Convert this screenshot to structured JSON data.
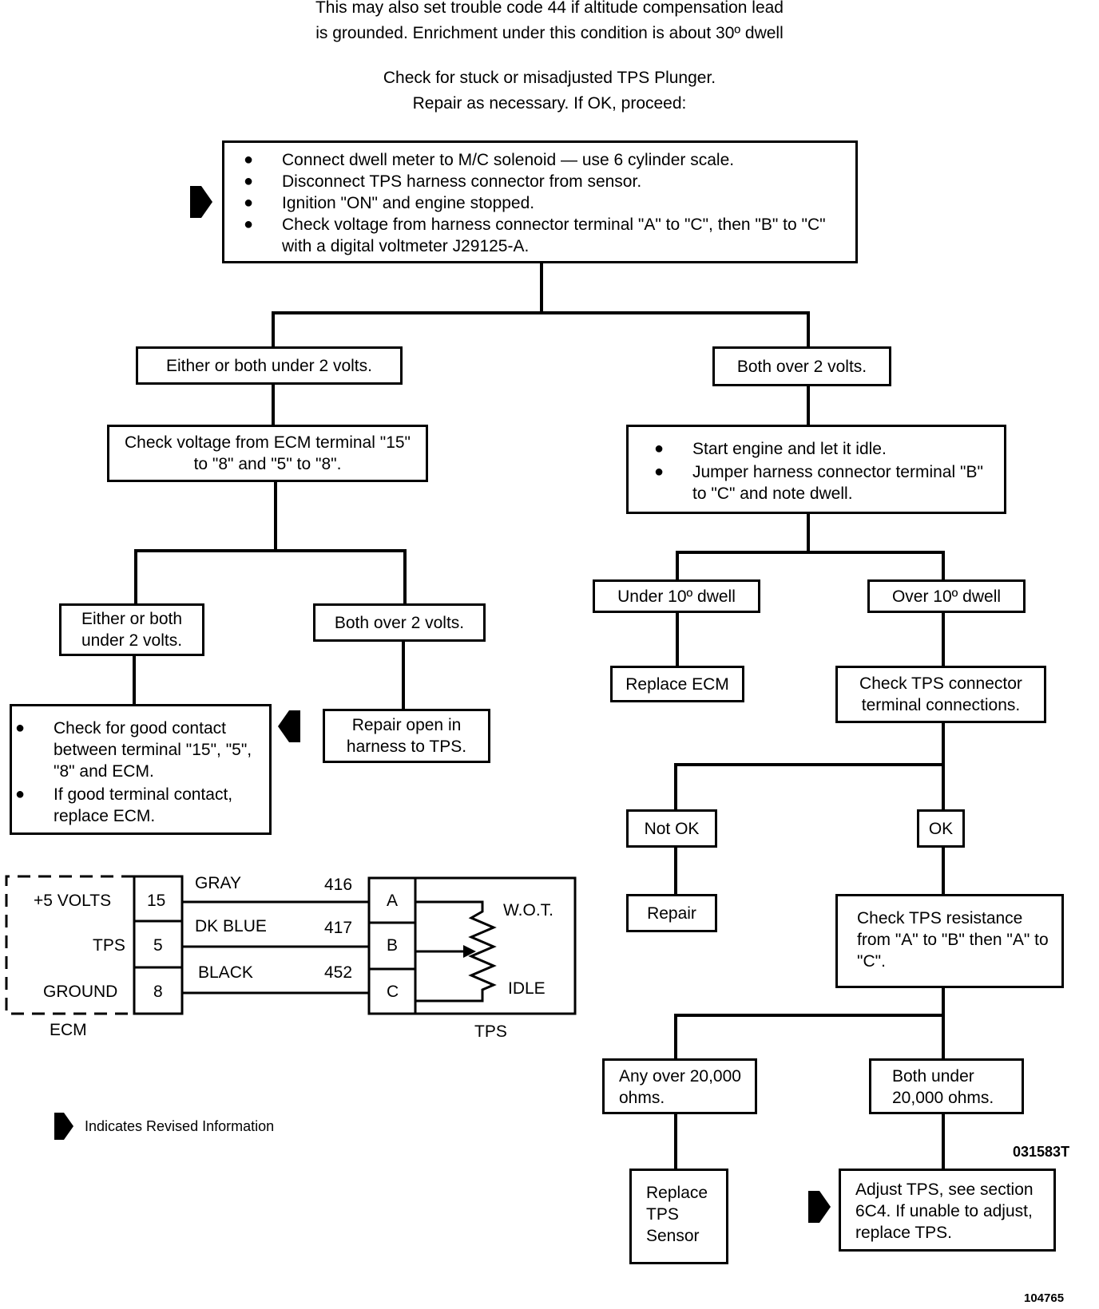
{
  "intro": {
    "line1": "This may also set trouble code 44 if altitude compensation lead",
    "line2": "is grounded. Enrichment under this condition is about 30º dwell",
    "line3": "Check for stuck or misadjusted TPS Plunger.",
    "line4": "Repair as necessary. If OK, proceed:"
  },
  "top_box": {
    "items": [
      "Connect dwell meter to M/C solenoid — use 6 cylinder scale.",
      "Disconnect TPS harness connector from sensor.",
      "Ignition \"ON\" and engine stopped.",
      "Check voltage from harness connector terminal \"A\" to \"C\", then \"B\" to \"C\" with a digital voltmeter J29125-A."
    ]
  },
  "left": {
    "under": "Either or both under 2 volts.",
    "check_ecm": "Check voltage from ECM terminal \"15\" to \"8\" and \"5\" to \"8\".",
    "under2": "Either or both under 2 volts.",
    "over2": "Both over 2 volts.",
    "contact_items": [
      "Check for good contact between terminal \"15\", \"5\", \"8\" and ECM.",
      "If good terminal contact, replace ECM."
    ],
    "repair_open": "Repair open in harness to TPS."
  },
  "right": {
    "over": "Both over 2 volts.",
    "idle_items": [
      "Start engine and let it idle.",
      "Jumper harness connector terminal \"B\" to \"C\" and note dwell."
    ],
    "under10": "Under 10º dwell",
    "over10": "Over 10º dwell",
    "replace_ecm": "Replace ECM",
    "check_connector": "Check TPS connector terminal connections.",
    "not_ok": "Not OK",
    "ok": "OK",
    "repair": "Repair",
    "check_resistance": "Check TPS resistance from \"A\" to \"B\" then \"A\" to \"C\".",
    "any_over": "Any over 20,000 ohms.",
    "both_under": "Both under 20,000 ohms.",
    "replace_tps": "Replace TPS Sensor",
    "adjust_tps": "Adjust TPS, see section 6C4. If unable to adjust, replace TPS."
  },
  "wiring": {
    "ecm_label": "ECM",
    "tps_label": "TPS",
    "rows": [
      {
        "signal": "+5 VOLTS",
        "pin": "15",
        "color": "GRAY",
        "circuit": "416",
        "terminal": "A"
      },
      {
        "signal": "TPS",
        "pin": "5",
        "color": "DK BLUE",
        "circuit": "417",
        "terminal": "B"
      },
      {
        "signal": "GROUND",
        "pin": "8",
        "color": "BLACK",
        "circuit": "452",
        "terminal": "C"
      }
    ],
    "wot": "W.O.T.",
    "idle": "IDLE"
  },
  "legend": "Indicates Revised Information",
  "code1": "031583T",
  "code2": "104765"
}
